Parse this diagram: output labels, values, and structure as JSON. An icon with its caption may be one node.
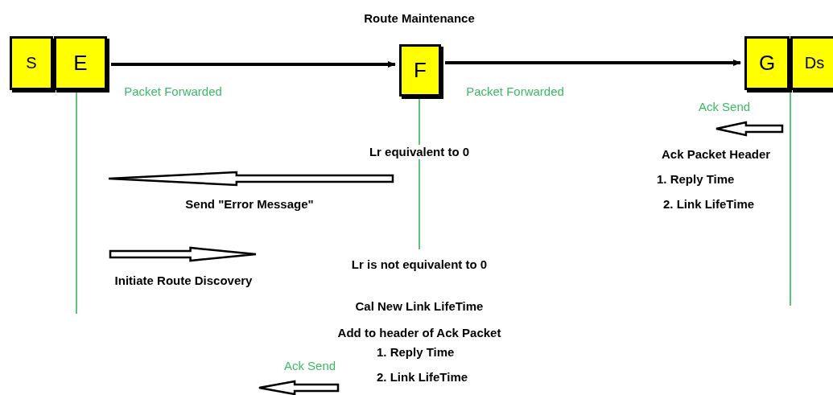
{
  "diagram": {
    "title": "Route Maintenance",
    "nodes": [
      {
        "text": [
          "S"
        ]
      },
      {
        "text": [
          "E"
        ]
      },
      {
        "text": [
          "F"
        ]
      },
      {
        "text": [
          "G"
        ]
      },
      {
        "text": [
          "Ds"
        ]
      }
    ],
    "edges": [
      {
        "from": 1,
        "to": 2,
        "arrow": "to",
        "label": "Packet Forwarded"
      },
      {
        "from": 2,
        "to": 3,
        "arrow": "to",
        "label": "Packet Forwarded"
      }
    ],
    "labels": [
      "Ack Send",
      "Lr equivalent to 0",
      "Ack Packet Header",
      "1. Reply Time",
      "2. Link LifeTime",
      "Send \"Error Message\"",
      "Initiate Route Discovery",
      "Lr is not equivalent to 0",
      "Cal New Link LifeTime",
      "Add to header of Ack Packet",
      "1. Reply Time",
      "Ack Send",
      "2. Link LifeTime"
    ]
  }
}
